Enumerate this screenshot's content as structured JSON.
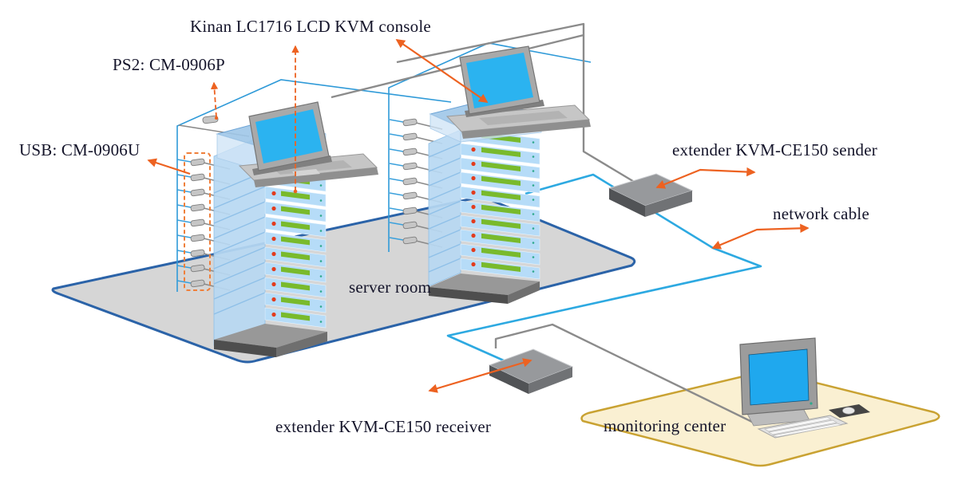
{
  "app": {
    "type": "network-topology-diagram",
    "description": "KVM console and extender cabling diagram connecting a server room to a monitoring center"
  },
  "labels": {
    "kinan_console": "Kinan LC1716 LCD KVM console",
    "ps2_module": "PS2: CM-0906P",
    "usb_module": "USB: CM-0906U",
    "extender_sender": "extender KVM-CE150 sender",
    "network_cable": "network cable",
    "server_room": "server room",
    "extender_receiver": "extender KVM-CE150 receiver",
    "monitoring_center": "monitoring center"
  },
  "colors": {
    "leader_orange": "#ed6221",
    "network_cable_blue": "#2da9e1",
    "signal_cable_gray": "#8b8b8b",
    "server_room_border": "#2b63a8",
    "server_room_floor": "#d6d6d6",
    "monitoring_floor_fill": "#faf0d2",
    "monitoring_floor_border": "#c9a232",
    "screen_blue": "#2bb3f0",
    "label_text": "#14142a"
  },
  "diagram": {
    "zones": [
      {
        "id": "server-room",
        "label": "server room",
        "contains": [
          "server-rack-1",
          "server-rack-2",
          "kvm-cable-modules",
          "kvm-extender-sender"
        ]
      },
      {
        "id": "monitoring-center",
        "label": "monitoring center",
        "contains": [
          "monitoring-pc"
        ]
      }
    ],
    "nodes": [
      {
        "id": "server-rack-1",
        "type": "server rack",
        "accessory": "Kinan LC1716 LCD KVM console"
      },
      {
        "id": "server-rack-2",
        "type": "server rack",
        "accessory": "Kinan LC1716 LCD KVM console"
      },
      {
        "id": "kvm-cable-modules",
        "type": "KVM cable modules",
        "variants": [
          "PS2: CM-0906P",
          "USB: CM-0906U"
        ]
      },
      {
        "id": "kvm-extender-sender",
        "type": "KVM extender",
        "model": "KVM-CE150 sender"
      },
      {
        "id": "kvm-extender-receiver",
        "type": "KVM extender",
        "model": "KVM-CE150 receiver"
      },
      {
        "id": "monitoring-pc",
        "type": "desktop computer with keyboard and mouse"
      }
    ],
    "edges": [
      {
        "from": "lcd-kvm-consoles",
        "to": "kvm-extender-sender",
        "medium": "KVM signal cable"
      },
      {
        "from": "kvm-extender-sender",
        "to": "kvm-extender-receiver",
        "medium": "network cable"
      },
      {
        "from": "kvm-extender-receiver",
        "to": "monitoring-pc",
        "medium": "KVM signal cable"
      },
      {
        "from": "kvm-cable-modules",
        "to": "server-rack-servers",
        "medium": "KVM dongle cables"
      }
    ]
  }
}
